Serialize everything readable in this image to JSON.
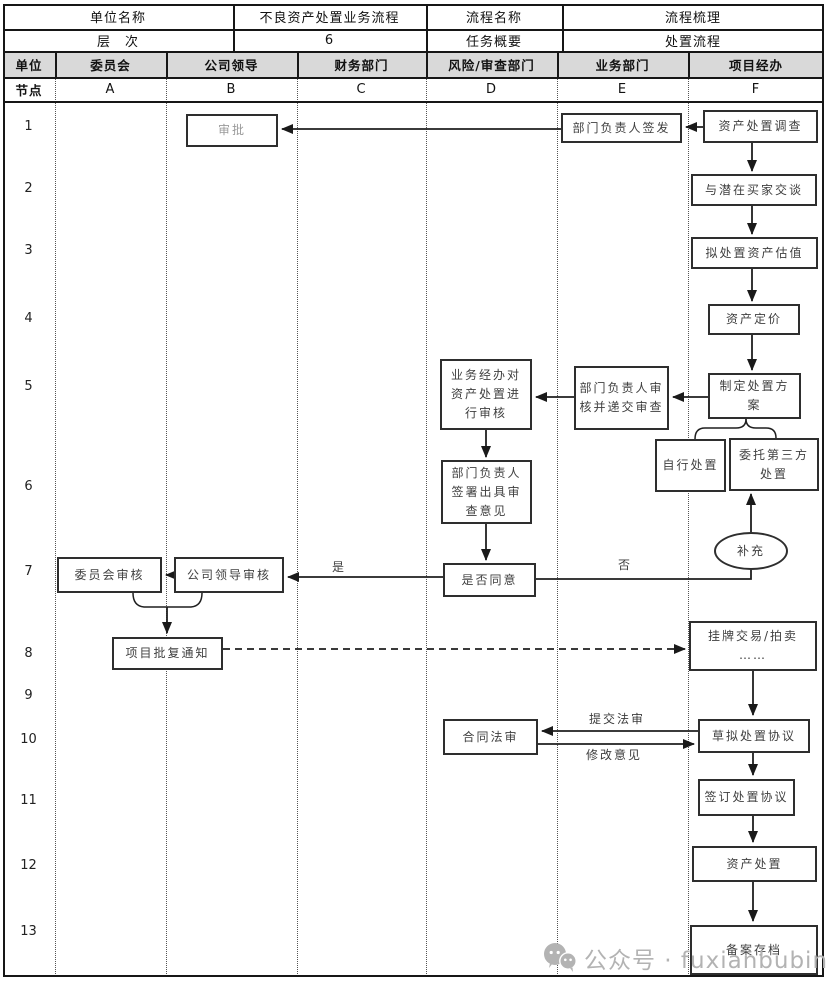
{
  "title_table": {
    "r1c1": "单位名称",
    "r1c2": "不良资产处置业务流程",
    "r1c3": "流程名称",
    "r1c4": "流程梳理",
    "r2c1": "层　次",
    "r2c2": "6",
    "r2c3": "任务概要",
    "r2c4": "处置流程",
    "unit_label": "单位",
    "node_label": "节点",
    "departments": [
      "委员会",
      "公司领导",
      "财务部门",
      "风险/审查部门",
      "业务部门",
      "项目经办"
    ],
    "codes": [
      "A",
      "B",
      "C",
      "D",
      "E",
      "F"
    ]
  },
  "row_numbers": [
    "1",
    "2",
    "3",
    "4",
    "5",
    "6",
    "7",
    "8",
    "9",
    "10",
    "11",
    "12",
    "13"
  ],
  "nodes": {
    "shenpi": "审批",
    "qianfa": "部门负责人签发",
    "diaocha": "资产处置调查",
    "jiaotan": "与潜在买家交谈",
    "guzhi": "拟处置资产估值",
    "dingjia": "资产定价",
    "fangan": "制定处置方案",
    "zixing": "自行处置",
    "weituo": "委托第三方处置",
    "yewushen": "业务经办对资产处置进行审核",
    "dishen": "部门负责人审核并递交审查",
    "qianshu": "部门负责人签署出具审查意见",
    "buchong": "补充",
    "tongyi": "是否同意",
    "lingdaoshen": "公司领导审核",
    "weiyuanshen": "委员会审核",
    "pifu": "项目批复通知",
    "guapai_line1": "挂牌交易/拍卖",
    "guapai_line2": "……",
    "fashen": "合同法审",
    "caoni": "草拟处置协议",
    "qianding": "签订处置协议",
    "chuzhi": "资产处置",
    "beian": "备案存档"
  },
  "edge_labels": {
    "yes": "是",
    "no": "否",
    "submit": "提交法审",
    "revise": "修改意见"
  },
  "watermark": {
    "text": "公众号 · fuxianbubin"
  },
  "colors": {
    "header_fill": "#d9d9d9",
    "line": "#1f1f1f",
    "box_text": "#404040",
    "muted_text": "#9a9a9a",
    "watermark": "#b3b3b3"
  }
}
